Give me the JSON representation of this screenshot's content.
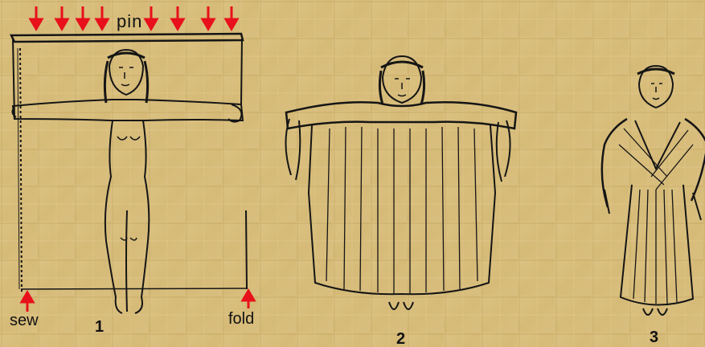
{
  "labels": {
    "pin": "pin",
    "sew": "sew",
    "fold": "fold"
  },
  "figures": [
    {
      "number": "1"
    },
    {
      "number": "2"
    },
    {
      "number": "3"
    }
  ],
  "colors": {
    "background": "#d9bf7e",
    "line": "#151515",
    "arrow": "#e8101a"
  }
}
